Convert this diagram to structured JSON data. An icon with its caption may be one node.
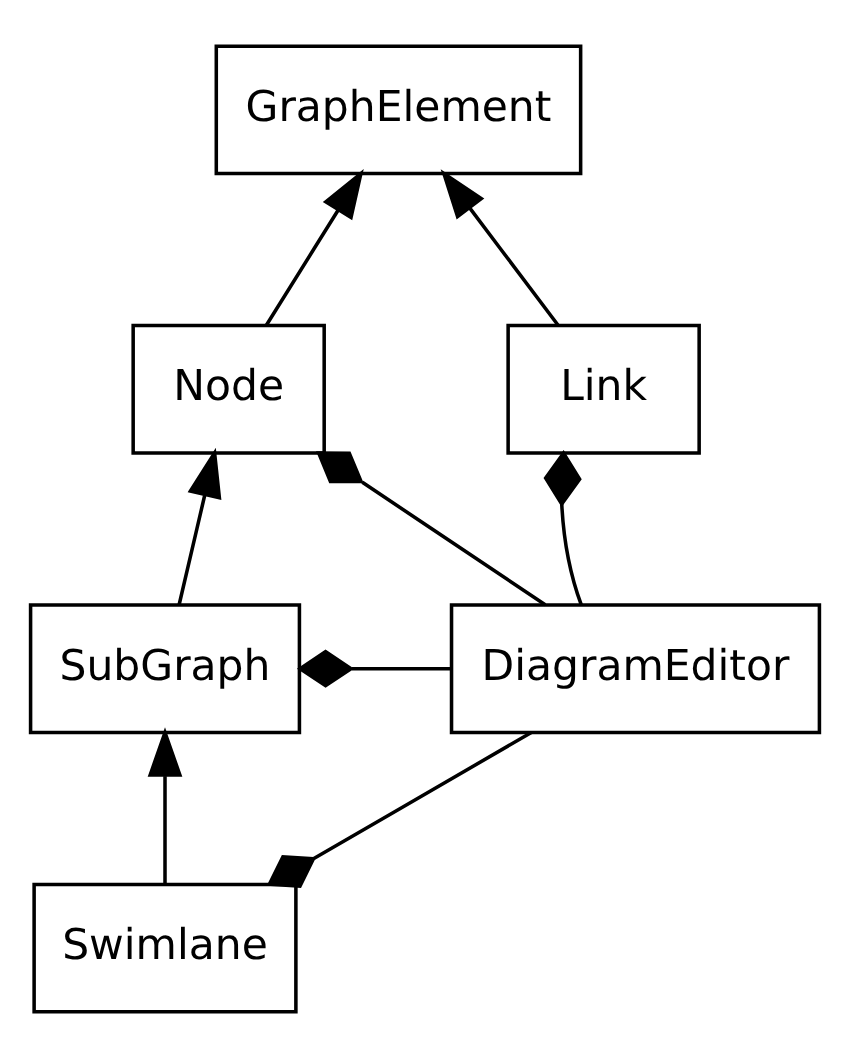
{
  "diagram": {
    "nodes": [
      {
        "text": [
          "GraphElement"
        ]
      },
      {
        "text": [
          "Node"
        ]
      },
      {
        "text": [
          "Link"
        ]
      },
      {
        "text": [
          "SubGraph"
        ]
      },
      {
        "text": [
          "DiagramEditor"
        ]
      },
      {
        "text": [
          "Swimlane"
        ]
      }
    ],
    "edges": [
      {
        "from": 1,
        "to": 0,
        "arrow": "to"
      },
      {
        "from": 2,
        "to": 0,
        "arrow": "to"
      },
      {
        "from": 4,
        "to": 1,
        "arrow": "other"
      },
      {
        "from": 4,
        "to": 2,
        "arrow": "other"
      },
      {
        "from": 3,
        "to": 1,
        "arrow": "to"
      },
      {
        "from": 4,
        "to": 3,
        "arrow": "other"
      },
      {
        "from": 5,
        "to": 3,
        "arrow": "to"
      },
      {
        "from": 4,
        "to": 5,
        "arrow": "other"
      }
    ]
  }
}
